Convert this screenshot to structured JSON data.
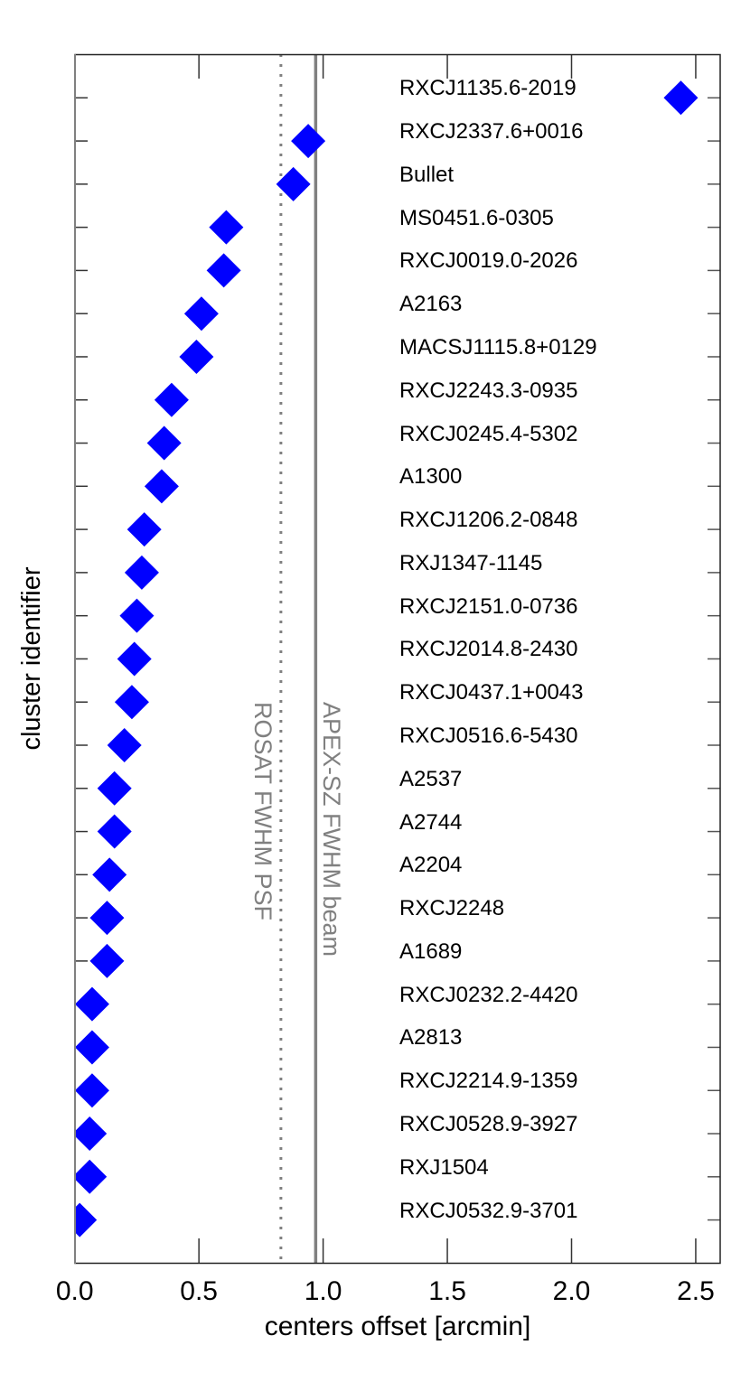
{
  "chart_data": {
    "type": "scatter",
    "title": "",
    "xlabel": "centers offset [arcmin]",
    "ylabel": "cluster identifier",
    "xlim": [
      0.0,
      2.6
    ],
    "xticks": [
      "0.0",
      "0.5",
      "1.0",
      "1.5",
      "2.0",
      "2.5"
    ],
    "xtick_values": [
      0.0,
      0.5,
      1.0,
      1.5,
      2.0,
      2.5
    ],
    "grid": false,
    "marker": "diamond",
    "marker_color": "#0000ff",
    "categories": [
      "RXCJ1135.6-2019",
      "RXCJ2337.6+0016",
      "Bullet",
      "MS0451.6-0305",
      "RXCJ0019.0-2026",
      "A2163",
      "MACSJ1115.8+0129",
      "RXCJ2243.3-0935",
      "RXCJ0245.4-5302",
      "A1300",
      "RXCJ1206.2-0848",
      "RXJ1347-1145",
      "RXCJ2151.0-0736",
      "RXCJ2014.8-2430",
      "RXCJ0437.1+0043",
      "RXCJ0516.6-5430",
      "A2537",
      "A2744",
      "A2204",
      "RXCJ2248",
      "A1689",
      "RXCJ0232.2-4420",
      "A2813",
      "RXCJ2214.9-1359",
      "RXCJ0528.9-3927",
      "RXJ1504",
      "RXCJ0532.9-3701"
    ],
    "values": [
      2.44,
      0.94,
      0.88,
      0.61,
      0.6,
      0.51,
      0.49,
      0.39,
      0.36,
      0.35,
      0.28,
      0.27,
      0.25,
      0.24,
      0.23,
      0.2,
      0.16,
      0.16,
      0.14,
      0.13,
      0.13,
      0.07,
      0.07,
      0.07,
      0.06,
      0.06,
      0.02
    ],
    "reference_lines": [
      {
        "label": "ROSAT FWHM PSF",
        "x": 0.83,
        "style": "dotted",
        "color": "#808080"
      },
      {
        "label": "APEX-SZ FWHM beam",
        "x": 0.97,
        "style": "solid",
        "color": "#808080"
      }
    ]
  }
}
